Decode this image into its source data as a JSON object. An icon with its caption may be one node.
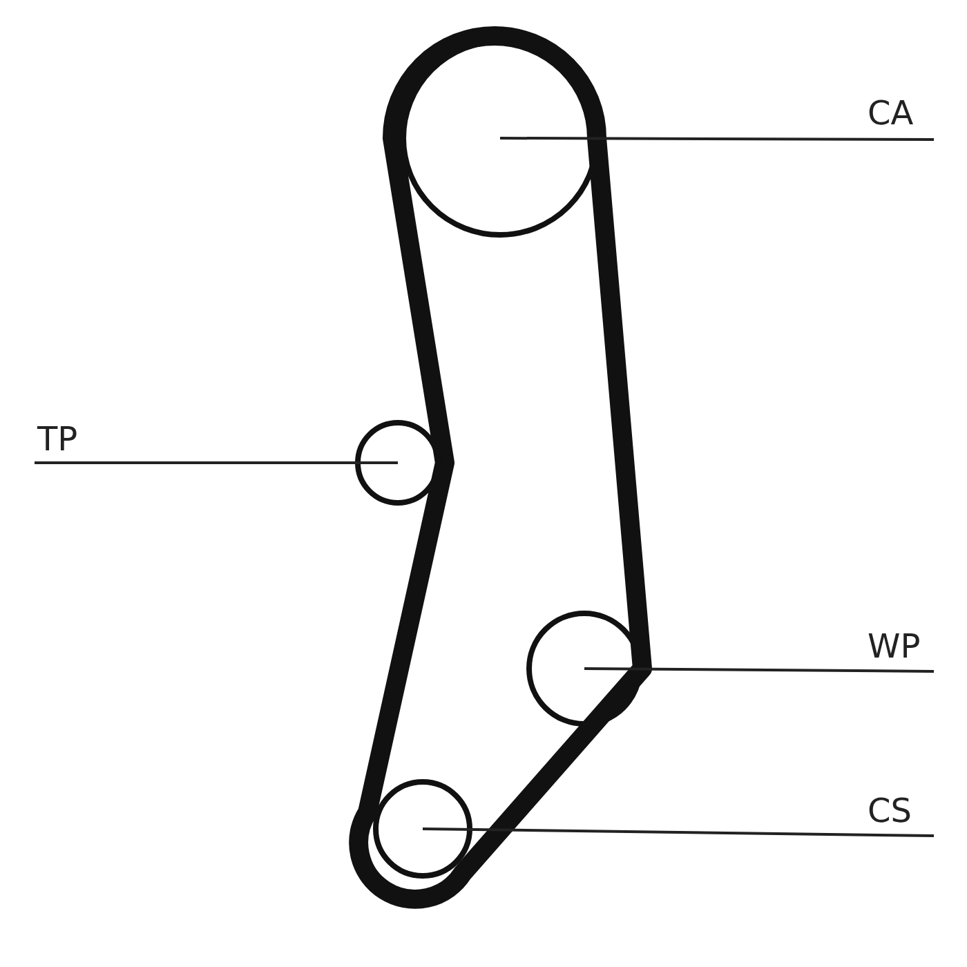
{
  "diagram": {
    "nodes": [
      {
        "text": [
          "CA"
        ]
      },
      {
        "text": [],
        "shape": "circle"
      },
      {
        "text": [
          "TP"
        ]
      },
      {
        "text": [],
        "shape": "circle"
      },
      {
        "text": [
          "WP"
        ]
      },
      {
        "text": [],
        "shape": "circle"
      },
      {
        "text": [
          "CS"
        ]
      },
      {
        "text": [],
        "shape": "circle"
      }
    ],
    "edges": [
      {
        "from": 0,
        "to": 1,
        "arrow": "none"
      },
      {
        "from": 2,
        "to": 3,
        "arrow": "none"
      },
      {
        "from": 4,
        "to": 5,
        "arrow": "none"
      },
      {
        "from": 6,
        "to": 7,
        "arrow": "none"
      }
    ]
  }
}
